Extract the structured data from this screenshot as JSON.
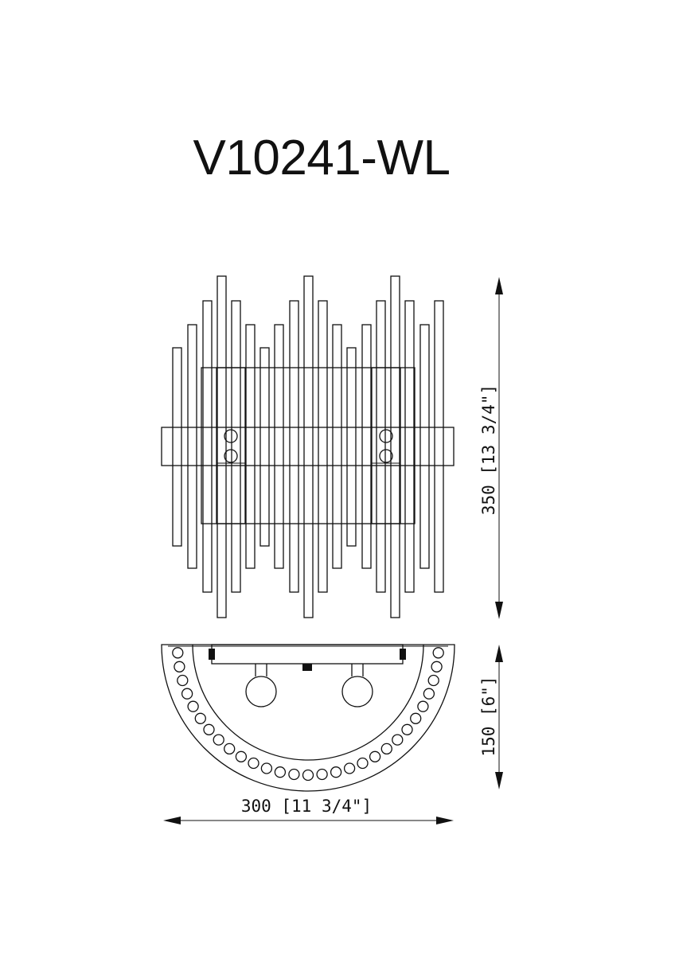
{
  "drawing": {
    "model": "V10241-WL",
    "height_dimension": "350 [13 3/4\"]",
    "depth_dimension": "150 [6\"]",
    "width_dimension": "300 [11 3/4\"]"
  }
}
